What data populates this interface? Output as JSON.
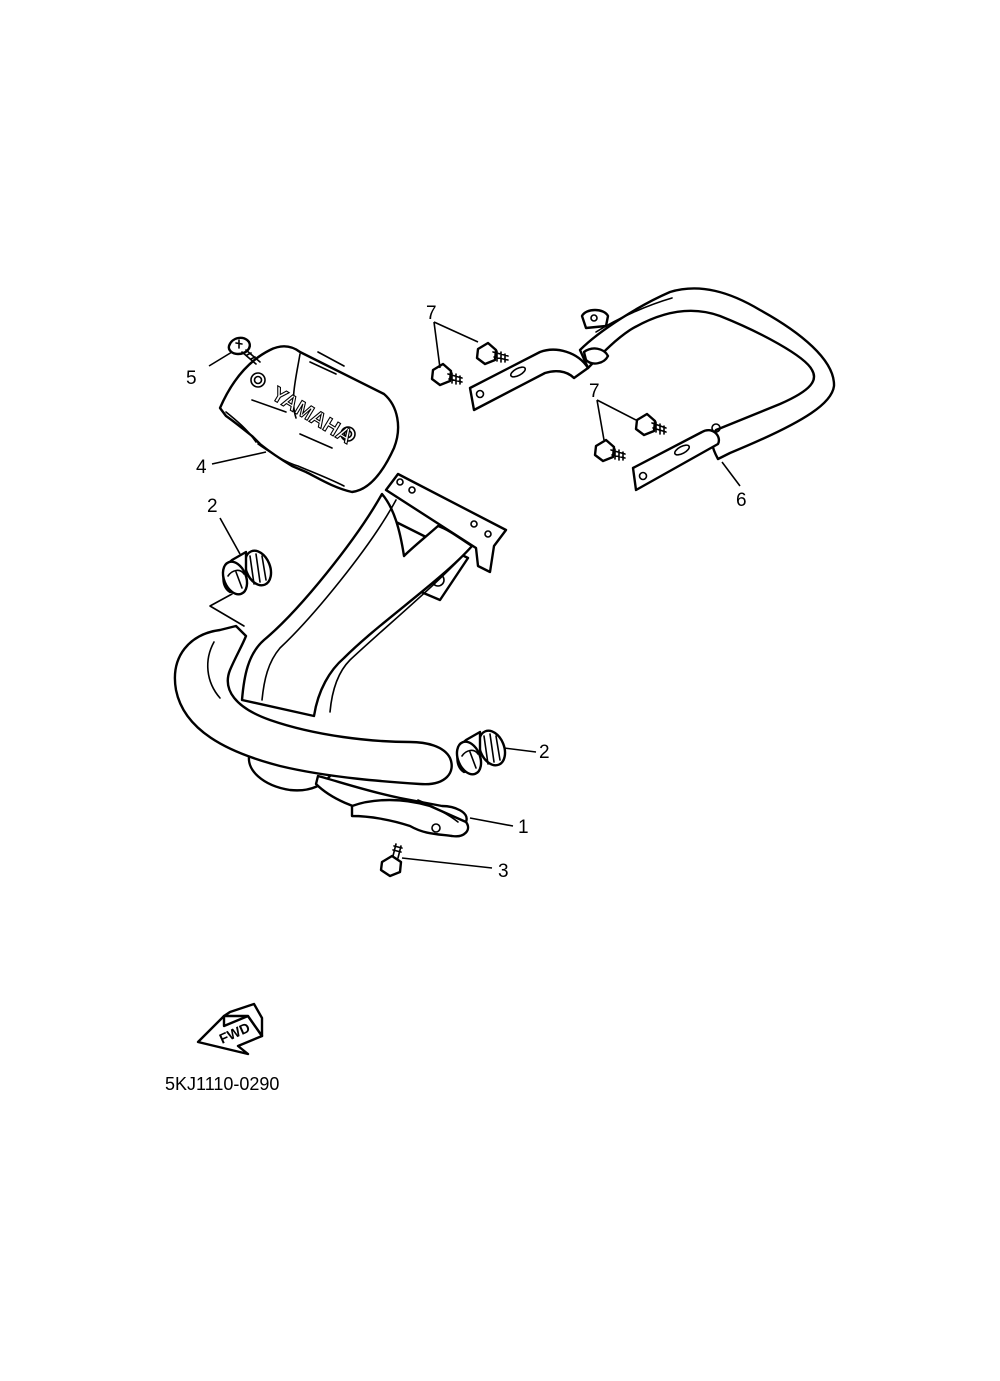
{
  "diagram": {
    "logo_text": "YAMAHA",
    "direction_label": "FWD",
    "diagram_code": "5KJ1110-0290",
    "callouts": [
      "1",
      "2",
      "2",
      "3",
      "4",
      "5",
      "6",
      "7",
      "7"
    ]
  }
}
